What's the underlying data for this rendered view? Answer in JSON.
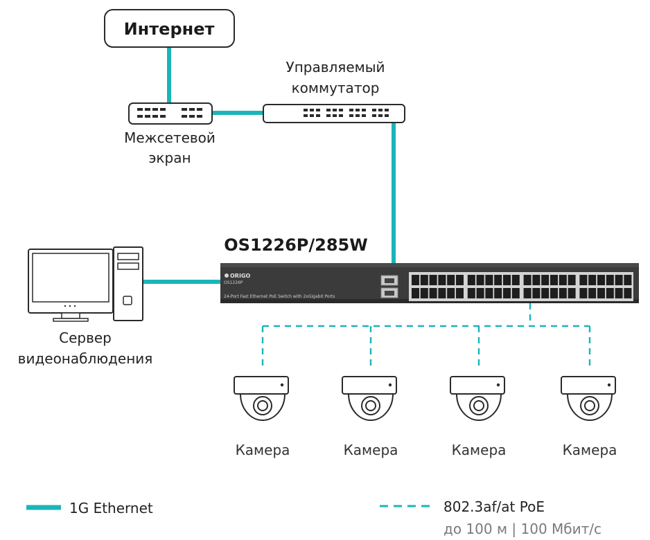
{
  "labels": {
    "internet": "Интернет",
    "managed_switch_line1": "Управляемый",
    "managed_switch_line2": "коммутатор",
    "firewall_line1": "Межсетевой",
    "firewall_line2": "экран",
    "device_model": "OS1226P/285W",
    "server_line1": "Сервер",
    "server_line2": "видеонаблюдения",
    "switch_brand": "ORIGO",
    "switch_model_small": "OS1226P",
    "switch_description": "24-Port Fast Ethernet PoE Switch with 2xGigabit Ports"
  },
  "cameras": [
    {
      "label": "Камера"
    },
    {
      "label": "Камера"
    },
    {
      "label": "Камера"
    },
    {
      "label": "Камера"
    }
  ],
  "legend": {
    "solid_label": "1G Ethernet",
    "dashed_label": "802.3af/at PoE",
    "dashed_sublabel": "до 100 м | 100 Мбит/с"
  },
  "colors": {
    "ethernet_line": "#1ab5ba",
    "poe_line": "#1ab5ba",
    "device_body": "#3a3a3a",
    "outline": "#222222"
  },
  "icons": {
    "internet": "cloud-box-icon",
    "firewall": "firewall-icon",
    "managed_switch": "managed-switch-icon",
    "server": "computer-icon",
    "camera": "dome-camera-icon",
    "main_switch": "poe-switch-icon"
  }
}
